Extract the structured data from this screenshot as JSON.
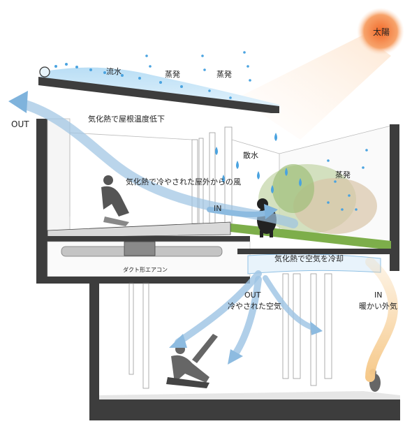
{
  "labels": {
    "sun": "太陽",
    "runoff": "流水",
    "evap_roof_1": "蒸発",
    "evap_roof_2": "蒸発",
    "roof_cooling": "気化熱で屋根温度低下",
    "out_top": "OUT",
    "sprinkle": "散水",
    "evap_garden": "蒸発",
    "cooled_wind": "気化熱で冷やされた屋外からの風",
    "in_mid": "IN",
    "duct_ac": "ダクト形エアコン",
    "air_cooling": "気化熱で空気を冷却",
    "out_bottom": "OUT",
    "cooled_air": "冷やされた空気",
    "in_right": "IN",
    "warm_air": "暖かい外気"
  },
  "colors": {
    "wall": "#3d3d3d",
    "water": "#cde8f8",
    "arrow_cool": "#7fb3dc",
    "arrow_warm": "#f6c98a",
    "sun": "#f47a3a",
    "drop": "#4aa3e0",
    "green": "#7dae4a"
  }
}
